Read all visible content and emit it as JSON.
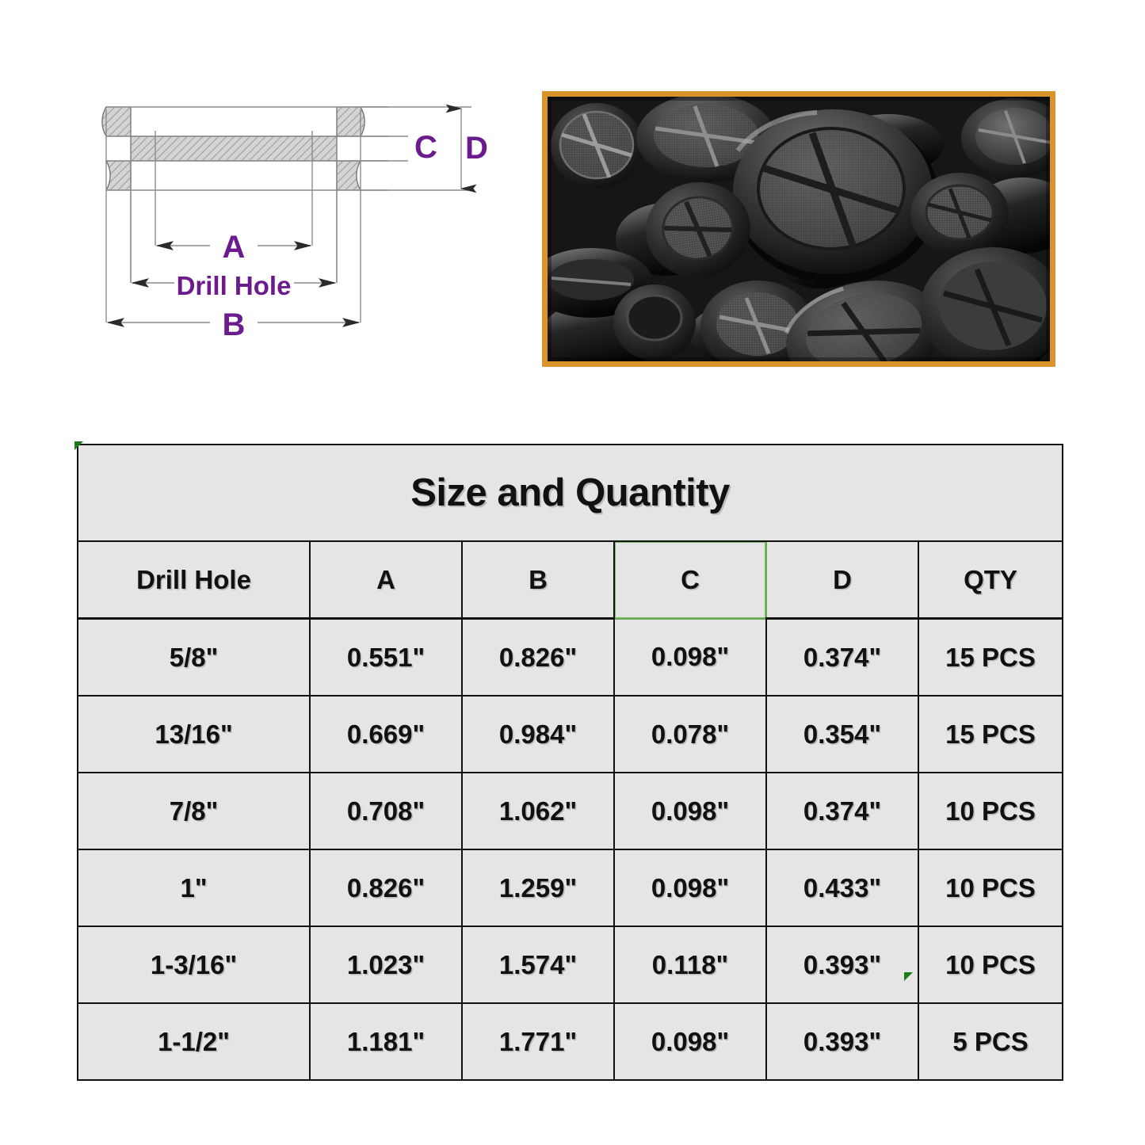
{
  "page": {
    "background": "#ffffff",
    "accent_purple": "#6B1B8E",
    "accent_green": "#66aa55",
    "photo_frame_color": "#d9952c",
    "cell_background": "#e5e5e5",
    "line_color": "#111111"
  },
  "diagram": {
    "name": "grommet-cross-section-drawing",
    "labels": {
      "a": "A",
      "b": "B",
      "c": "C",
      "d": "D",
      "drill_hole": "Drill Hole"
    }
  },
  "photo": {
    "name": "product-photo",
    "description": "black rubber grommet plugs with cross-scored centers"
  },
  "table": {
    "title": "Size and Quantity",
    "columns": [
      "Drill Hole",
      "A",
      "B",
      "C",
      "D",
      "QTY"
    ],
    "highlighted_column": "C",
    "rows": [
      {
        "drill_hole": "5/8\"",
        "a": "0.551\"",
        "b": "0.826\"",
        "c": "0.098\"",
        "d": "0.374\"",
        "qty": "15 PCS"
      },
      {
        "drill_hole": "13/16\"",
        "a": "0.669\"",
        "b": "0.984\"",
        "c": "0.078\"",
        "d": "0.354\"",
        "qty": "15 PCS"
      },
      {
        "drill_hole": "7/8\"",
        "a": "0.708\"",
        "b": "1.062\"",
        "c": "0.098\"",
        "d": "0.374\"",
        "qty": "10 PCS"
      },
      {
        "drill_hole": "1\"",
        "a": "0.826\"",
        "b": "1.259\"",
        "c": "0.098\"",
        "d": "0.433\"",
        "qty": "10 PCS"
      },
      {
        "drill_hole": "1-3/16\"",
        "a": "1.023\"",
        "b": "1.574\"",
        "c": "0.118\"",
        "d": "0.393\"",
        "qty": "10 PCS"
      },
      {
        "drill_hole": "1-1/2\"",
        "a": "1.181\"",
        "b": "1.771\"",
        "c": "0.098\"",
        "d": "0.393\"",
        "qty": "5 PCS"
      }
    ]
  }
}
